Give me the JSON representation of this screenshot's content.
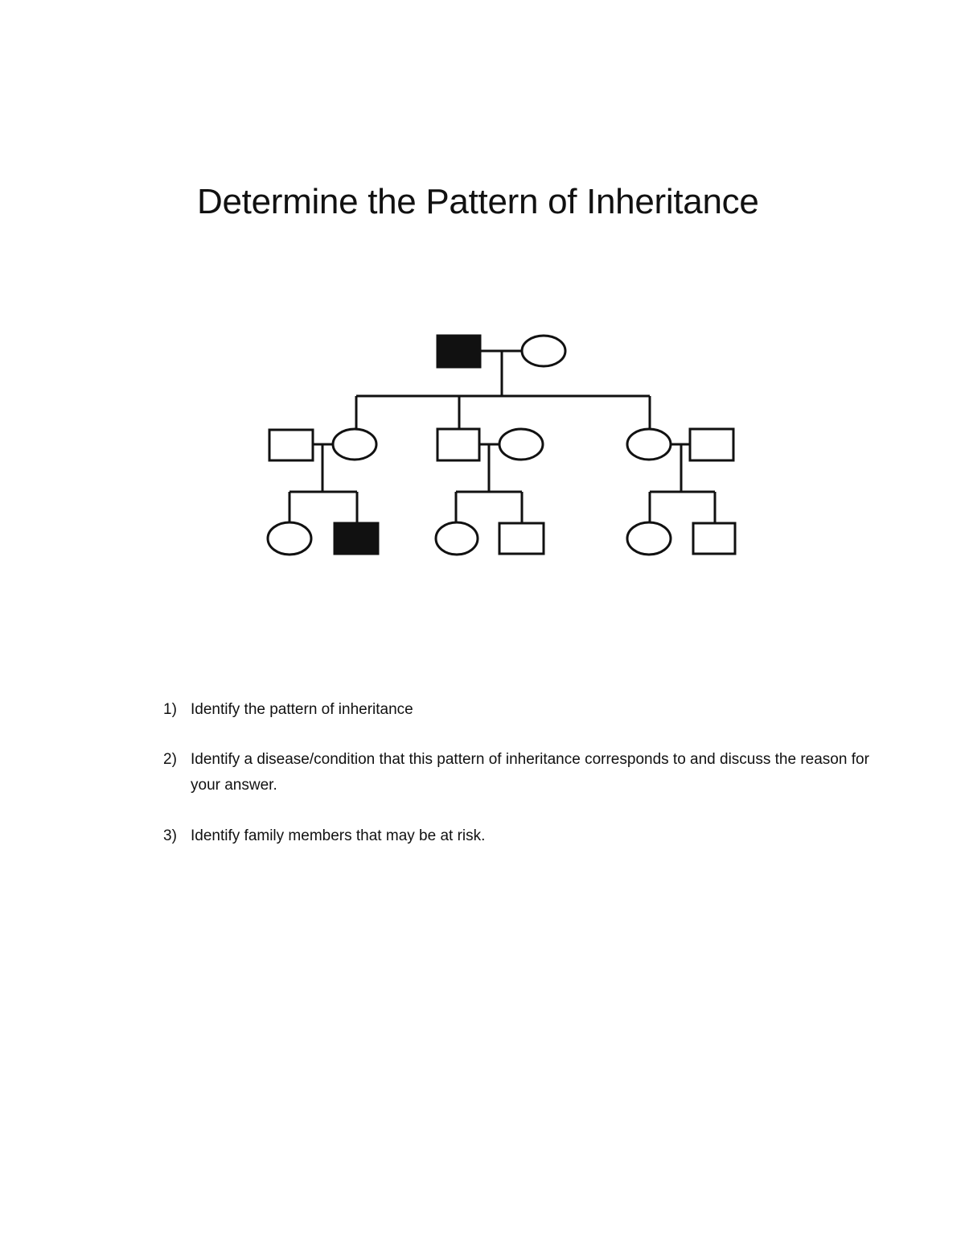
{
  "title": "Determine the Pattern of Inheritance",
  "pedigree": {
    "generation1": [
      {
        "sex": "male",
        "affected": true
      },
      {
        "sex": "female",
        "affected": false
      }
    ],
    "generation2": [
      {
        "couple": [
          {
            "sex": "male",
            "affected": false
          },
          {
            "sex": "female",
            "affected": false,
            "child_of_gen1": true
          }
        ],
        "children": [
          {
            "sex": "female",
            "affected": false
          },
          {
            "sex": "male",
            "affected": true
          }
        ]
      },
      {
        "couple": [
          {
            "sex": "male",
            "affected": false,
            "child_of_gen1": true
          },
          {
            "sex": "female",
            "affected": false
          }
        ],
        "children": [
          {
            "sex": "female",
            "affected": false
          },
          {
            "sex": "male",
            "affected": false
          }
        ]
      },
      {
        "couple": [
          {
            "sex": "female",
            "affected": false,
            "child_of_gen1": true
          },
          {
            "sex": "male",
            "affected": false
          }
        ],
        "children": [
          {
            "sex": "female",
            "affected": false
          },
          {
            "sex": "male",
            "affected": false
          }
        ]
      }
    ]
  },
  "questions": [
    {
      "number": "1)",
      "text": "Identify the pattern of inheritance"
    },
    {
      "number": "2)",
      "text": "Identify a disease/condition that this pattern of inheritance corresponds to and discuss the reason for your answer."
    },
    {
      "number": "3)",
      "text": "Identify family members that may be at risk."
    }
  ]
}
